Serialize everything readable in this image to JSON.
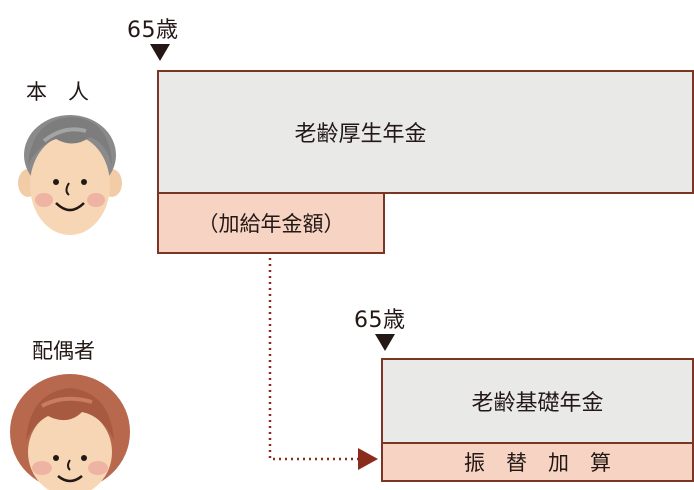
{
  "self": {
    "age": "65歳",
    "label": "本　人",
    "pension": "老齢厚生年金",
    "addon": "（加給年金額）"
  },
  "spouse": {
    "age": "65歳",
    "label": "配偶者",
    "pension": "老齢基礎年金",
    "addon": "振　替　加　算"
  },
  "colors": {
    "border": "#7a3524",
    "pension_fill": "#e9e9e8",
    "addon_fill": "#f6d3c2",
    "arrow": "#8b2b1e"
  },
  "icons": [
    "elderly-man-face-icon",
    "elderly-woman-face-icon"
  ]
}
